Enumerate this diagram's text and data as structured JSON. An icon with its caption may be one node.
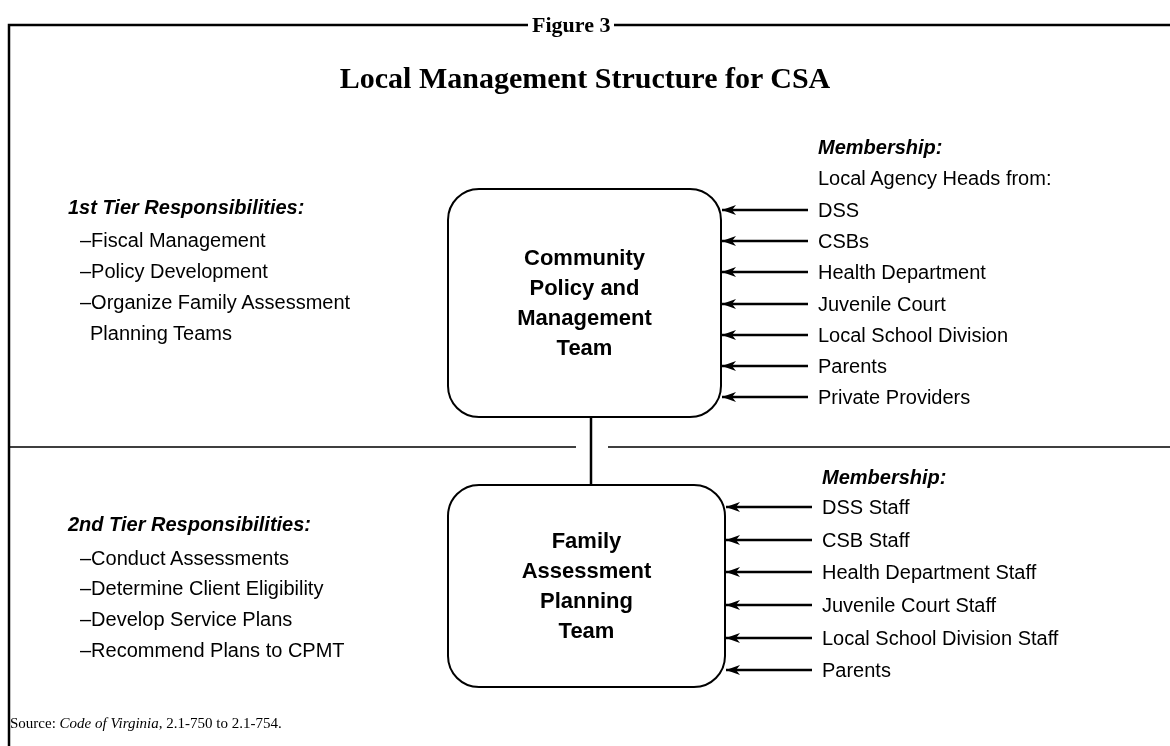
{
  "diagram": {
    "title": "Local Management Structure for CSA",
    "caption": "Source:  *Code of Virginia*, 2.1-750 to 2.1-754.",
    "nodes": [
      {
        "text": [
          "Community Policy and Management Team"
        ]
      },
      {
        "text": [
          "DSS"
        ]
      },
      {
        "text": [
          "CSBs"
        ]
      },
      {
        "text": [
          "Health Department"
        ]
      },
      {
        "text": [
          "Juvenile Court"
        ]
      },
      {
        "text": [
          "Local School Division"
        ]
      },
      {
        "text": [
          "Parents"
        ]
      },
      {
        "text": [
          "Private Providers"
        ]
      },
      {
        "text": [
          "Family Assessment Planning Team"
        ]
      },
      {
        "text": [
          "DSS Staff"
        ]
      },
      {
        "text": [
          "CSB Staff"
        ]
      },
      {
        "text": [
          "Health Department Staff"
        ]
      },
      {
        "text": [
          "Juvenile Court Staff"
        ]
      },
      {
        "text": [
          "Local School Division Staff"
        ]
      },
      {
        "text": [
          "Parents"
        ]
      }
    ],
    "edges": [
      {
        "from": 0,
        "to": 8,
        "arrow": "none"
      },
      {
        "from": 1,
        "to": 0,
        "arrow": "to"
      },
      {
        "from": 2,
        "to": 0,
        "arrow": "to"
      },
      {
        "from": 3,
        "to": 0,
        "arrow": "to"
      },
      {
        "from": 4,
        "to": 0,
        "arrow": "to"
      },
      {
        "from": 5,
        "to": 0,
        "arrow": "to"
      },
      {
        "from": 6,
        "to": 0,
        "arrow": "to"
      },
      {
        "from": 7,
        "to": 0,
        "arrow": "to"
      },
      {
        "from": 9,
        "to": 8,
        "arrow": "to"
      },
      {
        "from": 10,
        "to": 8,
        "arrow": "to"
      },
      {
        "from": 11,
        "to": 8,
        "arrow": "to"
      },
      {
        "from": 12,
        "to": 8,
        "arrow": "to"
      },
      {
        "from": 13,
        "to": 8,
        "arrow": "to"
      },
      {
        "from": 14,
        "to": 8,
        "arrow": "to"
      }
    ],
    "labels": [
      "Figure 3",
      "1st Tier Responsibilities:",
      "–Fiscal Management",
      "–Policy Development",
      "–Organize Family Assessment Planning Teams",
      "Membership:",
      "Local Agency Heads from:",
      "2nd Tier Responsibilities:",
      "–Conduct Assessments",
      "–Determine Client Eligibility",
      "–Develop Service Plans",
      "–Recommend Plans to CPMT",
      "Membership:"
    ]
  }
}
